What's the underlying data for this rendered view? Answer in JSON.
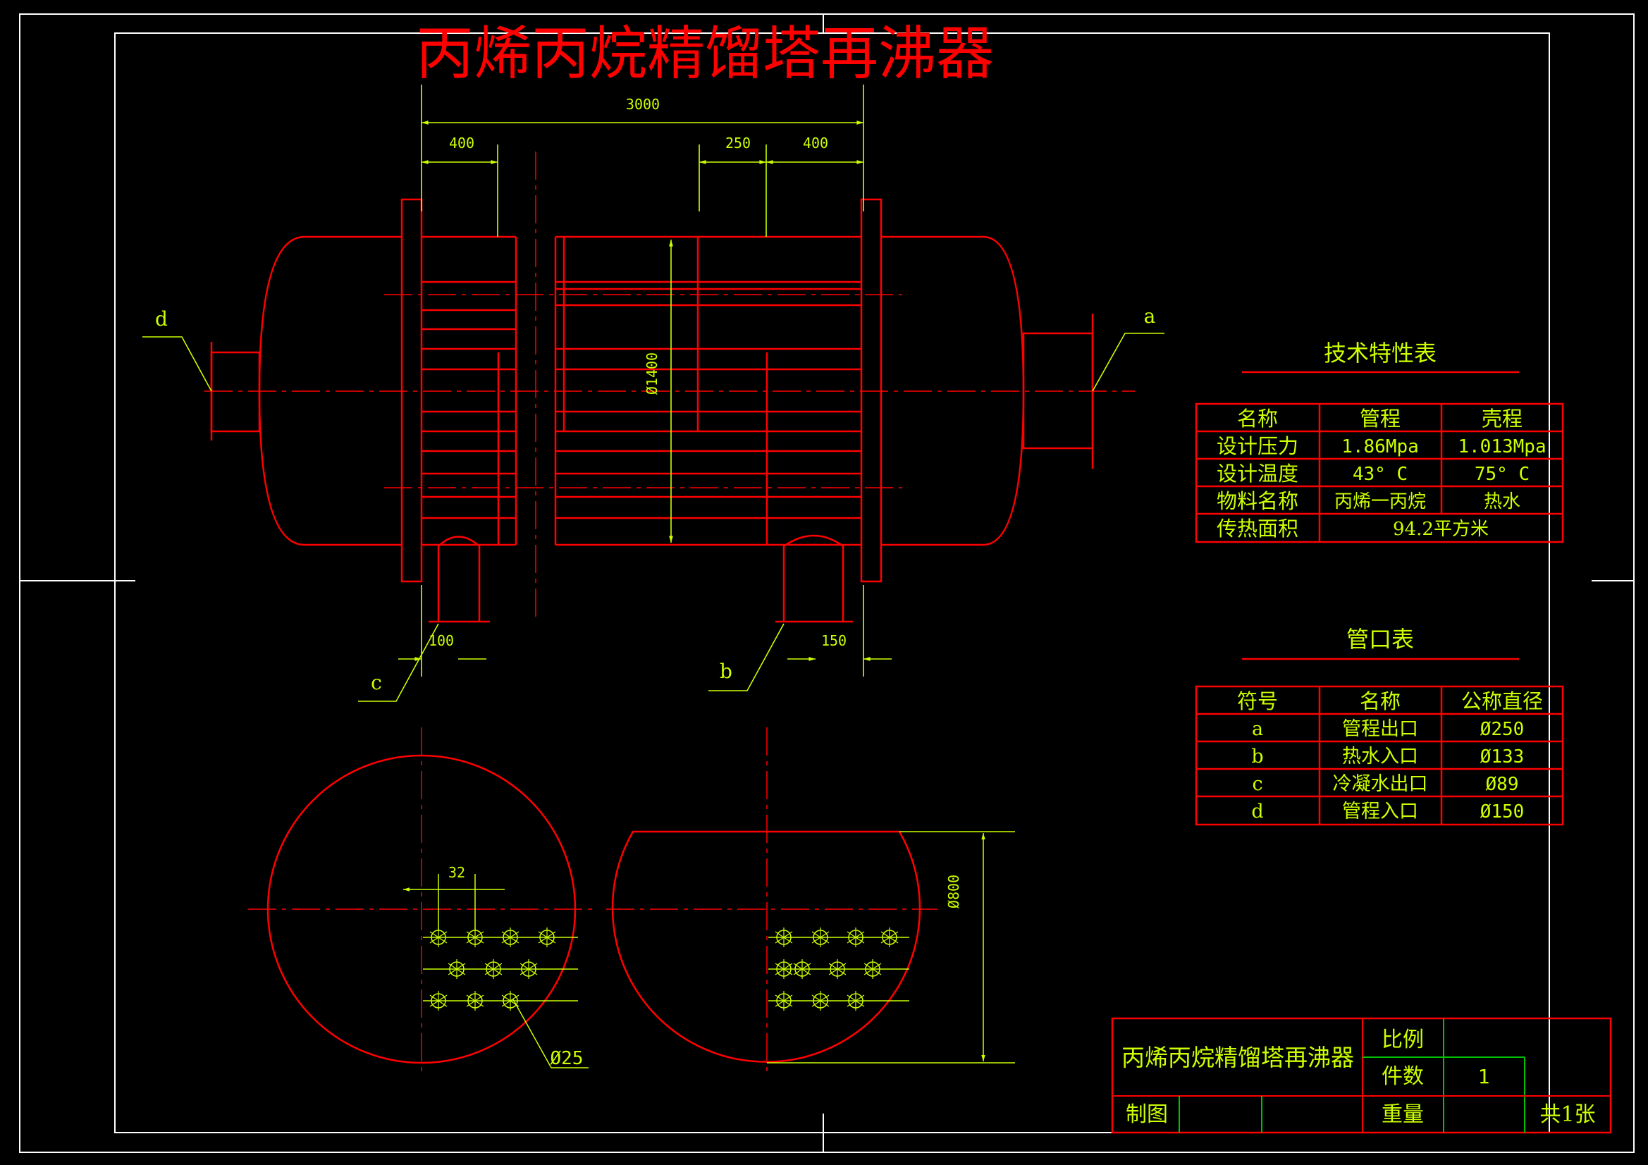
{
  "title": "丙烯丙烷精馏塔再沸器",
  "colors": {
    "background": "#000000",
    "geometry": "#ff0000",
    "dimension": "#ccff00",
    "border": "#ffffff"
  },
  "dimensions": {
    "total_length": "3000",
    "left_offset": "400",
    "right_gap": "250",
    "right_offset": "400",
    "shell_diameter": "Ø1400",
    "nozzle_c_offset": "100",
    "nozzle_b_offset": "150",
    "tube_pitch": "32",
    "tube_diameter": "Ø25",
    "baffle_height": "Ø800"
  },
  "nozzle_letters": {
    "a": "a",
    "b": "b",
    "c": "c",
    "d": "d"
  },
  "tech_table": {
    "title": "技术特性表",
    "headers": [
      "名称",
      "管程",
      "壳程"
    ],
    "rows": [
      [
        "设计压力",
        "1.86Mpa",
        "1.013Mpa"
      ],
      [
        "设计温度",
        "43° C",
        "75° C"
      ],
      [
        "物料名称",
        "丙烯一丙烷",
        "热水"
      ]
    ],
    "last_row": {
      "label": "传热面积",
      "value": "94.2平方米"
    }
  },
  "nozzle_table": {
    "title": "管口表",
    "headers": [
      "符号",
      "名称",
      "公称直径"
    ],
    "rows": [
      [
        "a",
        "管程出口",
        "Ø250"
      ],
      [
        "b",
        "热水入口",
        "Ø133"
      ],
      [
        "c",
        "冷凝水出口",
        "Ø89"
      ],
      [
        "d",
        "管程入口",
        "Ø150"
      ]
    ]
  },
  "title_block": {
    "name": "丙烯丙烷精馏塔再沸器",
    "scale_label": "比例",
    "scale_value": "",
    "count_label": "件数",
    "count_value": "1",
    "drawn_label": "制图",
    "weight_label": "重量",
    "sheets": "共1张"
  }
}
